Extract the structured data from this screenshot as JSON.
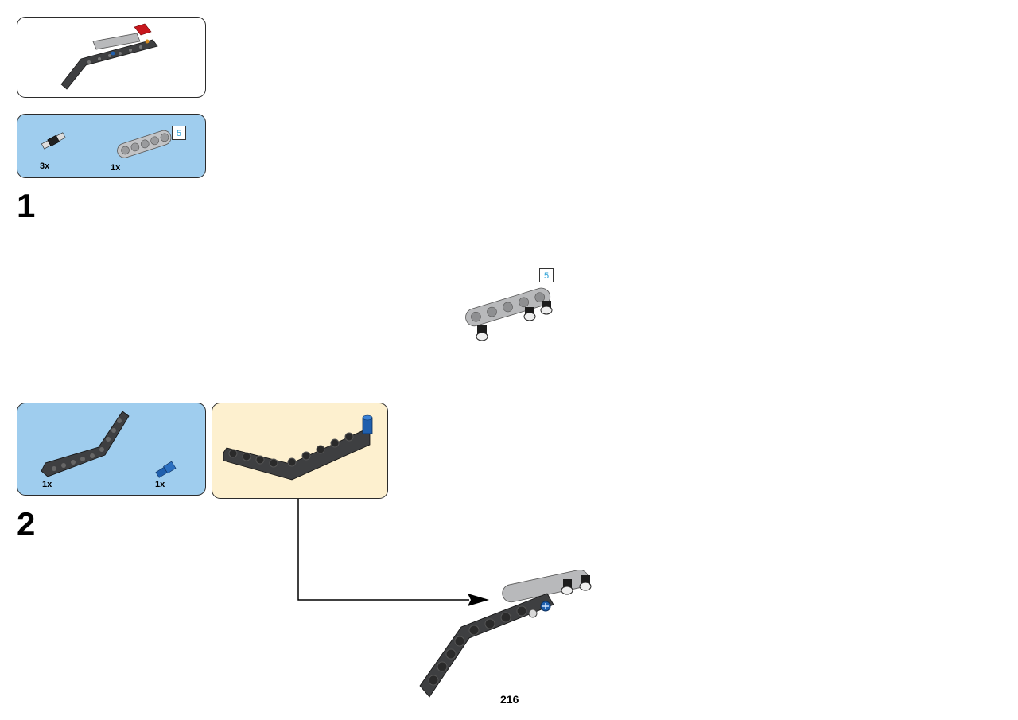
{
  "page": {
    "number": "216"
  },
  "steps": [
    {
      "number": "1",
      "parts": [
        {
          "icon": "black-pin-icon",
          "quantity": "3x"
        },
        {
          "icon": "light-gray-beam-5-icon",
          "quantity": "1x",
          "length_label": "5"
        }
      ],
      "assembly_length_label": "5"
    },
    {
      "number": "2",
      "parts": [
        {
          "icon": "dark-gray-bent-beam-icon",
          "quantity": "1x"
        },
        {
          "icon": "blue-axle-pin-icon",
          "quantity": "1x"
        }
      ]
    }
  ],
  "colors": {
    "parts_panel": "#9fcdee",
    "callout_panel": "#fdf0cf",
    "length_label_text": "#2a9fd6",
    "dark_gray_part": "#3e3f41",
    "light_gray_part": "#b8b9bb",
    "blue_part": "#1f5fad",
    "red_part": "#c8171d"
  }
}
